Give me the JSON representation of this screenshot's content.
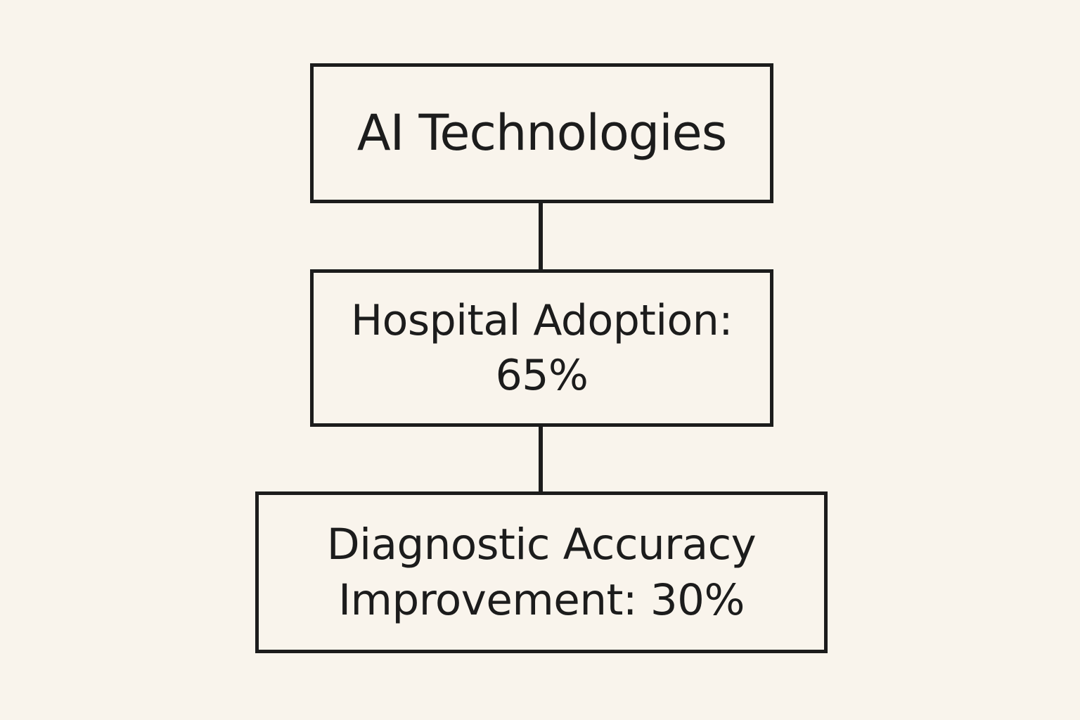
{
  "nodes": [
    {
      "lines": [
        "AI Technologies"
      ]
    },
    {
      "lines": [
        "Hospital Adoption:",
        "65%"
      ]
    },
    {
      "lines": [
        "Diagnostic Accuracy",
        "Improvement: 30%"
      ]
    }
  ],
  "colors": {
    "background": "#f9f4ec",
    "stroke": "#1c1c1c",
    "text": "#1c1c1c"
  }
}
